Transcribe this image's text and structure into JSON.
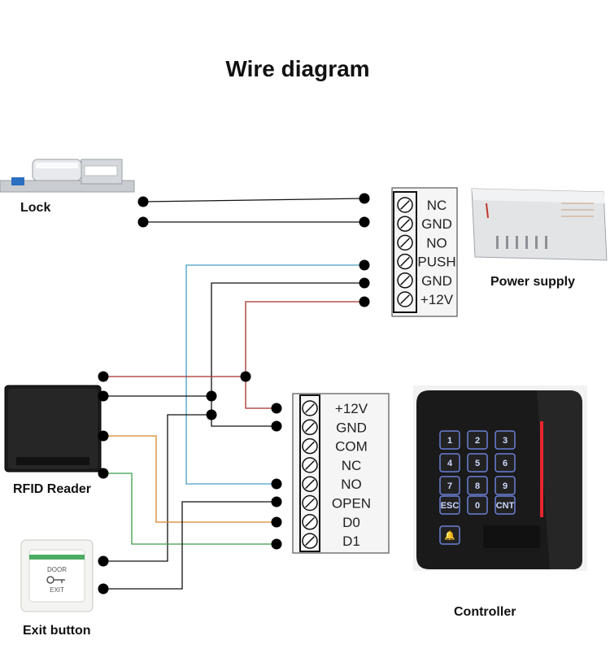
{
  "title": "Wire diagram",
  "devices": {
    "lock": "Lock",
    "power_supply": "Power supply",
    "rfid_reader": "RFID Reader",
    "exit_button": "Exit button",
    "controller": "Controller"
  },
  "exit_button_face": {
    "top": "DOOR",
    "bottom": "EXIT"
  },
  "power_supply_terminals": [
    "NC",
    "GND",
    "NO",
    "PUSH",
    "GND",
    "+12V"
  ],
  "controller_terminals": [
    "+12V",
    "GND",
    "COM",
    "NC",
    "NO",
    "OPEN",
    "D0",
    "D1"
  ],
  "keypad_keys": [
    "1",
    "2",
    "3",
    "4",
    "5",
    "6",
    "7",
    "8",
    "9",
    "ESC",
    "0",
    "CNT",
    "🔔"
  ],
  "wire_colors": {
    "black": "#111111",
    "red": "#a8322a",
    "blue": "#4a9ec4",
    "orange": "#d9822b",
    "green": "#3a9e4a"
  }
}
